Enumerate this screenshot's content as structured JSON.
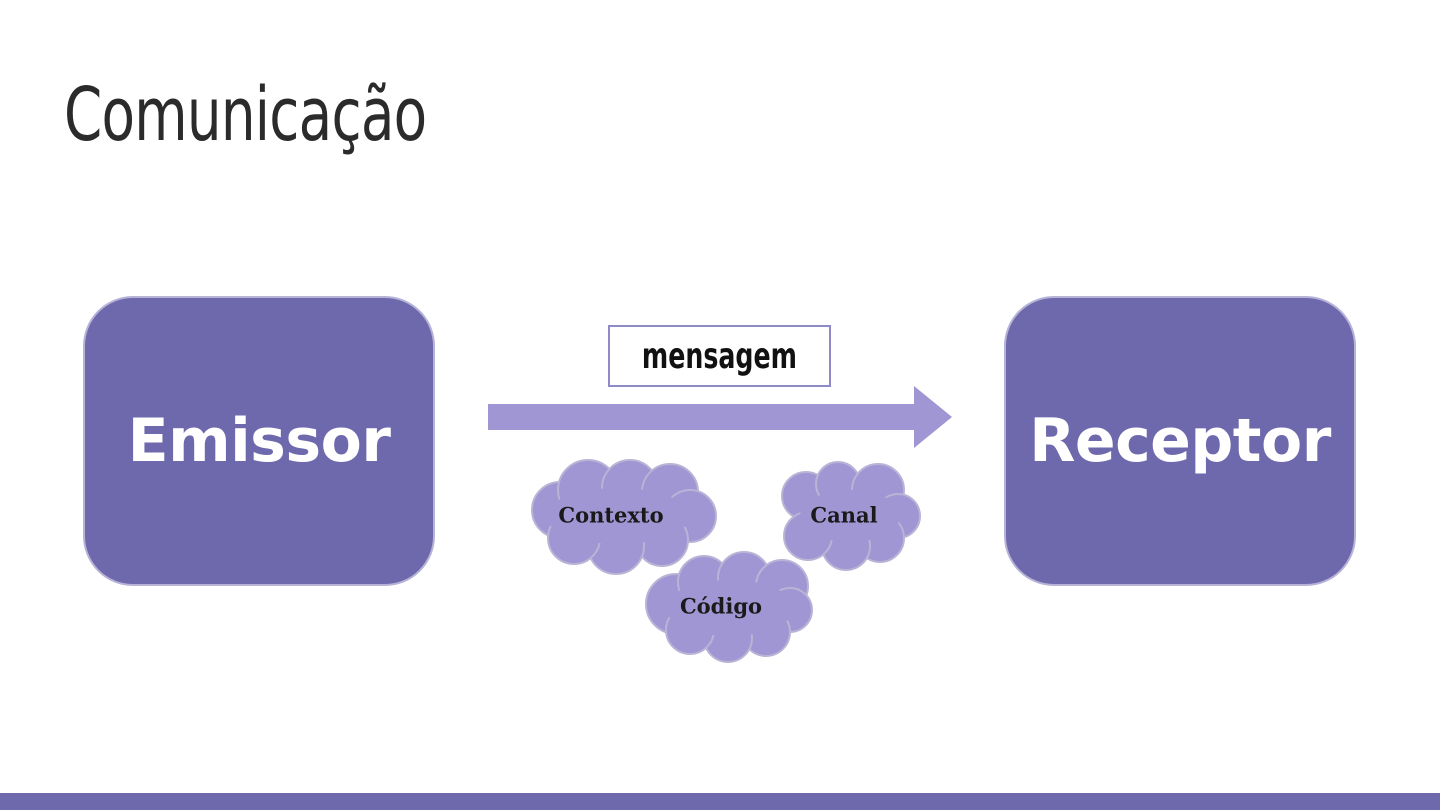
{
  "slide": {
    "title": "Comunicação"
  },
  "diagram": {
    "sender": "Emissor",
    "receiver": "Receptor",
    "message": "mensagem",
    "factors": [
      "Contexto",
      "Canal",
      "Código"
    ]
  },
  "colors": {
    "box_fill": "#6e69ad",
    "box_border": "#b7b3d7",
    "arrow_fill": "#9f96d3",
    "cloud_fill": "#9f96d3",
    "cloud_stroke": "#b9b4d6",
    "title_text": "#2b2b2b",
    "bottom_bar": "#6e69ad"
  }
}
